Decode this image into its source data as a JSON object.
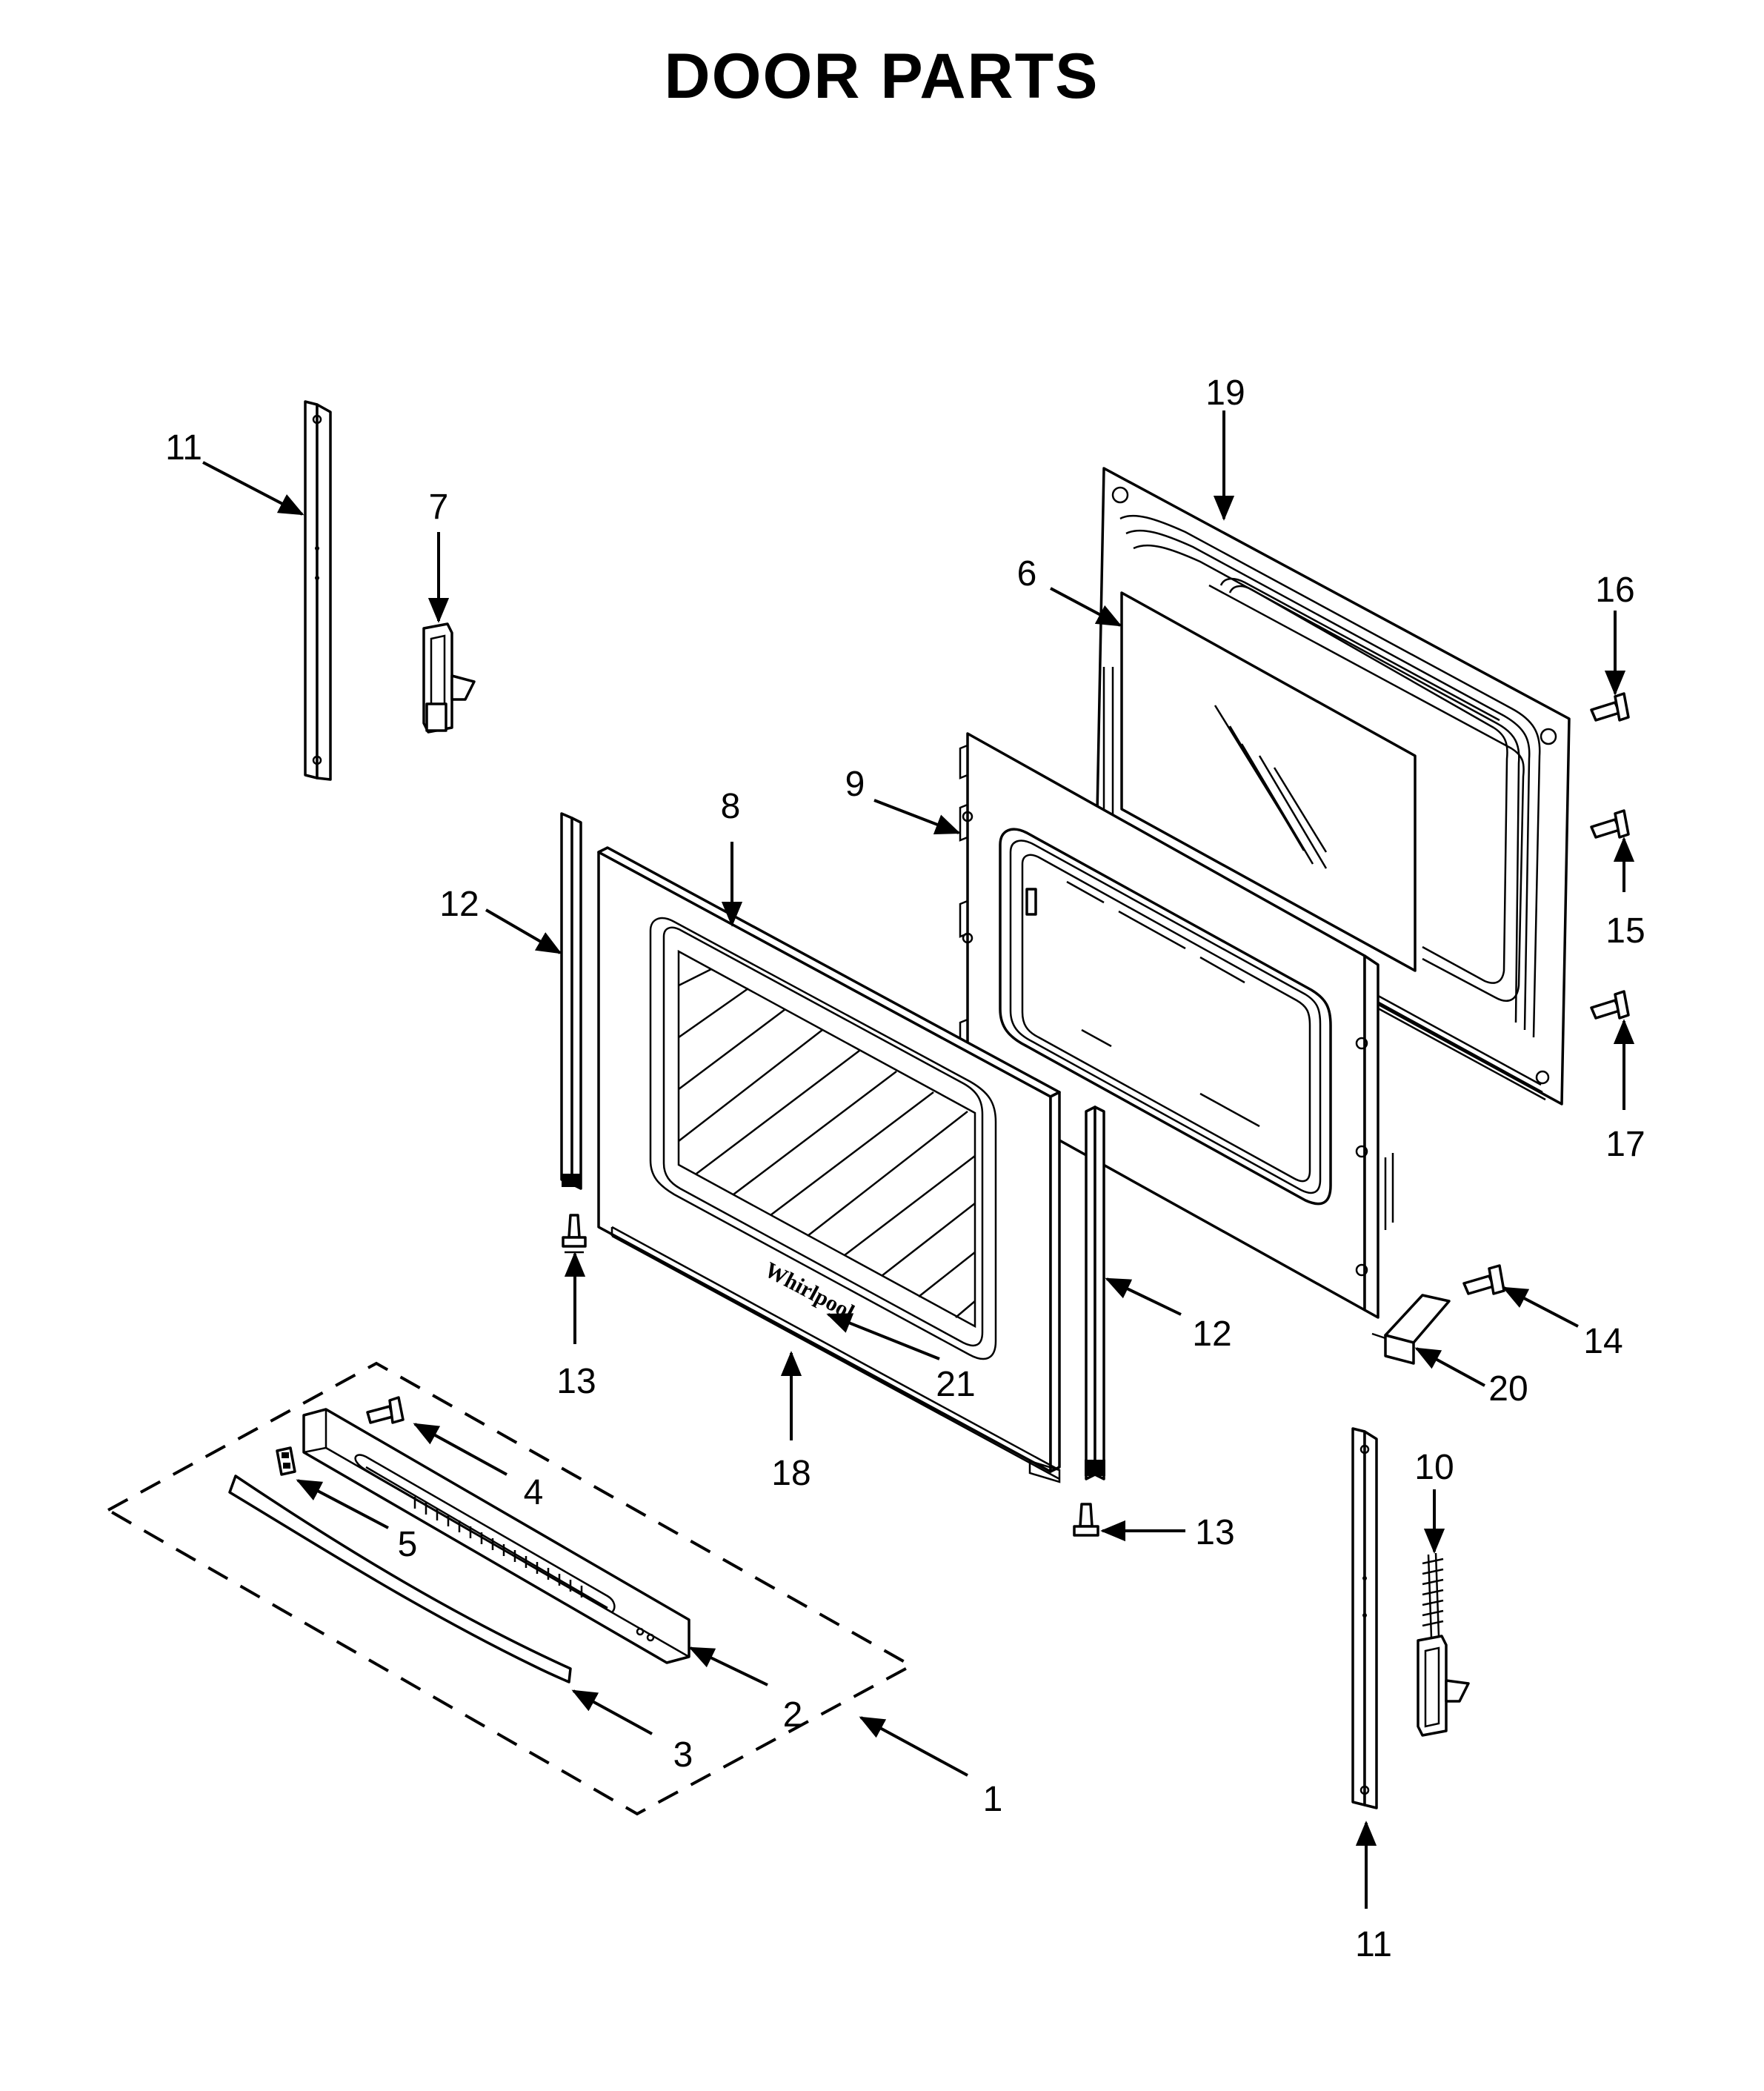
{
  "title": "DOOR PARTS",
  "logo_text": "Whirlpool",
  "callouts": [
    {
      "id": "c11a",
      "label": "11"
    },
    {
      "id": "c7",
      "label": "7"
    },
    {
      "id": "c19",
      "label": "19"
    },
    {
      "id": "c6",
      "label": "6"
    },
    {
      "id": "c16",
      "label": "16"
    },
    {
      "id": "c9",
      "label": "9"
    },
    {
      "id": "c8",
      "label": "8"
    },
    {
      "id": "c12a",
      "label": "12"
    },
    {
      "id": "c15",
      "label": "15"
    },
    {
      "id": "c17",
      "label": "17"
    },
    {
      "id": "c13a",
      "label": "13"
    },
    {
      "id": "c12b",
      "label": "12"
    },
    {
      "id": "c14",
      "label": "14"
    },
    {
      "id": "c21",
      "label": "21"
    },
    {
      "id": "c20",
      "label": "20"
    },
    {
      "id": "c4",
      "label": "4"
    },
    {
      "id": "c18",
      "label": "18"
    },
    {
      "id": "c10",
      "label": "10"
    },
    {
      "id": "c5",
      "label": "5"
    },
    {
      "id": "c13b",
      "label": "13"
    },
    {
      "id": "c2",
      "label": "2"
    },
    {
      "id": "c3",
      "label": "3"
    },
    {
      "id": "c1",
      "label": "1"
    },
    {
      "id": "c11b",
      "label": "11"
    }
  ]
}
